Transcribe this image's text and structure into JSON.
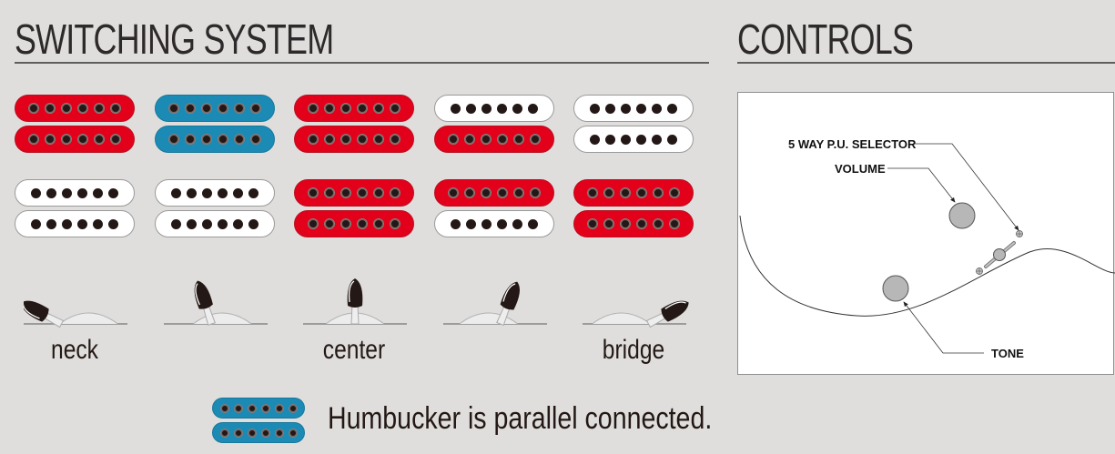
{
  "switching_system": {
    "title": "SWITCHING SYSTEM",
    "positions": [
      {
        "label": "neck",
        "switch_angle": "full-left",
        "pickups": [
          "red",
          "red",
          "white",
          "white"
        ]
      },
      {
        "label": "",
        "switch_angle": "mid-left",
        "pickups": [
          "blue",
          "blue",
          "white",
          "white"
        ]
      },
      {
        "label": "center",
        "switch_angle": "center",
        "pickups": [
          "red",
          "red",
          "red",
          "red"
        ]
      },
      {
        "label": "",
        "switch_angle": "mid-right",
        "pickups": [
          "white",
          "red",
          "red",
          "white"
        ]
      },
      {
        "label": "bridge",
        "switch_angle": "full-right",
        "pickups": [
          "white",
          "white",
          "red",
          "red"
        ]
      }
    ],
    "pickup_colors": {
      "red": "#e3001b",
      "blue": "#1b8bb5",
      "white": "#ffffff"
    },
    "legend": {
      "pickup_color": "blue",
      "text": "Humbucker is parallel connected."
    }
  },
  "controls": {
    "title": "CONTROLS",
    "labels": {
      "selector": "5 WAY P.U. SELECTOR",
      "volume": "VOLUME",
      "tone": "TONE"
    }
  }
}
